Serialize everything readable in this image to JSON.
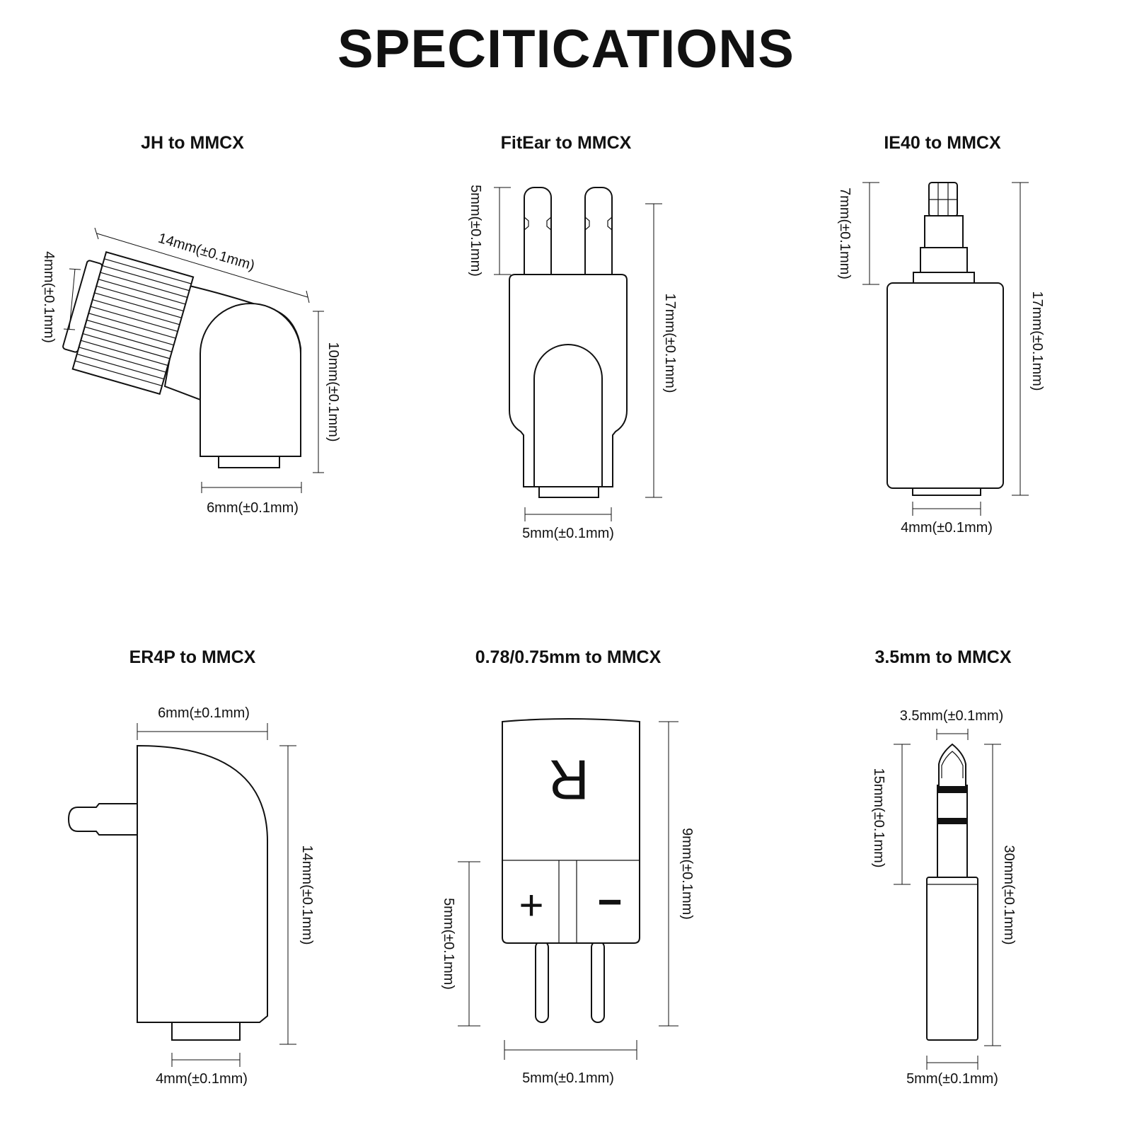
{
  "title": "SPECITICATIONS",
  "adapters": [
    {
      "name": "JH to MMCX",
      "dims": {
        "length": "14mm(±0.1mm)",
        "left": "4mm(±0.1mm)",
        "height": "10mm(±0.1mm)",
        "bottom": "6mm(±0.1mm)"
      }
    },
    {
      "name": "FitEar to MMCX",
      "dims": {
        "pins": "5mm(±0.1mm)",
        "height": "17mm(±0.1mm)",
        "bottom": "5mm(±0.1mm)"
      }
    },
    {
      "name": "IE40 to MMCX",
      "dims": {
        "tip": "7mm(±0.1mm)",
        "height": "17mm(±0.1mm)",
        "bottom": "4mm(±0.1mm)"
      }
    },
    {
      "name": "ER4P to MMCX",
      "dims": {
        "top": "6mm(±0.1mm)",
        "height": "14mm(±0.1mm)",
        "bottom": "4mm(±0.1mm)"
      }
    },
    {
      "name": "0.78/0.75mm to MMCX",
      "dims": {
        "pins": "5mm(±0.1mm)",
        "height": "9mm(±0.1mm)",
        "bottom": "5mm(±0.1mm)"
      },
      "marks": {
        "side": "R",
        "plus": "+",
        "minus": "−"
      }
    },
    {
      "name": "3.5mm to MMCX",
      "dims": {
        "tip": "3.5mm(±0.1mm)",
        "plug": "15mm(±0.1mm)",
        "height": "30mm(±0.1mm)",
        "bottom": "5mm(±0.1mm)"
      }
    }
  ]
}
